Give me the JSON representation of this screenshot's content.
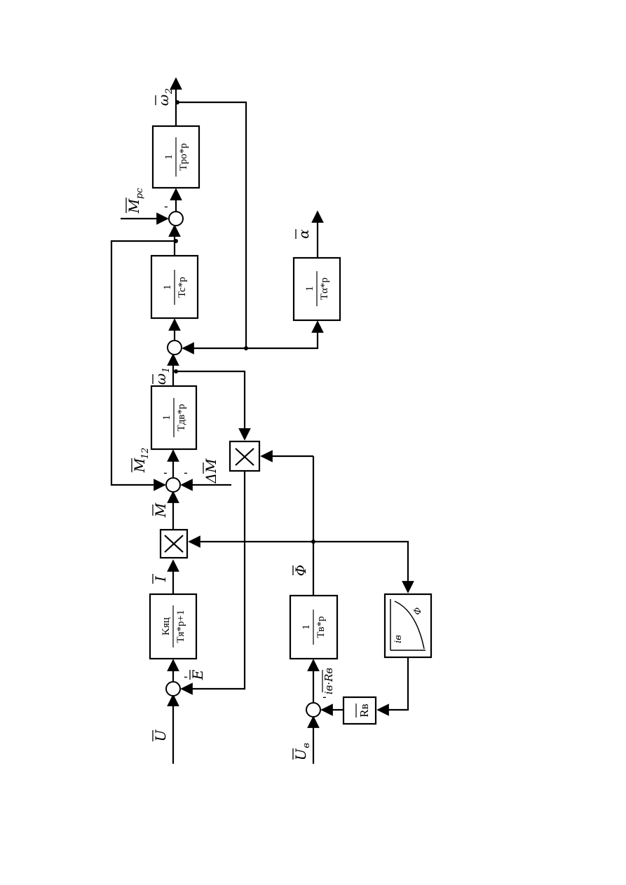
{
  "blocks": {
    "armature": {
      "num": "Kяц",
      "den": "Tя*p+1"
    },
    "motor": {
      "num": "1",
      "den": "Tдв*p"
    },
    "shaft": {
      "num": "1",
      "den": "Tc*p"
    },
    "rotor": {
      "num": "1",
      "den": "Tpo*p"
    },
    "alpha": {
      "num": "1",
      "den": "Tα*p"
    },
    "field": {
      "num": "1",
      "den": "Tв*p"
    },
    "rb": {
      "label": "Rв"
    },
    "mult": {
      "symbol": "×"
    }
  },
  "signals": {
    "U": "U",
    "E": "E",
    "I": "I",
    "M": "M",
    "M12": "M",
    "M12_sub": "12",
    "dM": "ΔM",
    "w1": "ω",
    "w1_sub": "1",
    "w2": "ω",
    "w2_sub": "2",
    "Mpc": "M",
    "Mpc_sub": "pc",
    "alpha_out": "α",
    "Phi": "Φ",
    "Uv": "U",
    "Uv_sub": "в",
    "iR": "iв·Rв",
    "curve_x": "iв",
    "curve_y": "Φ"
  },
  "signs": {
    "minus": "-"
  }
}
